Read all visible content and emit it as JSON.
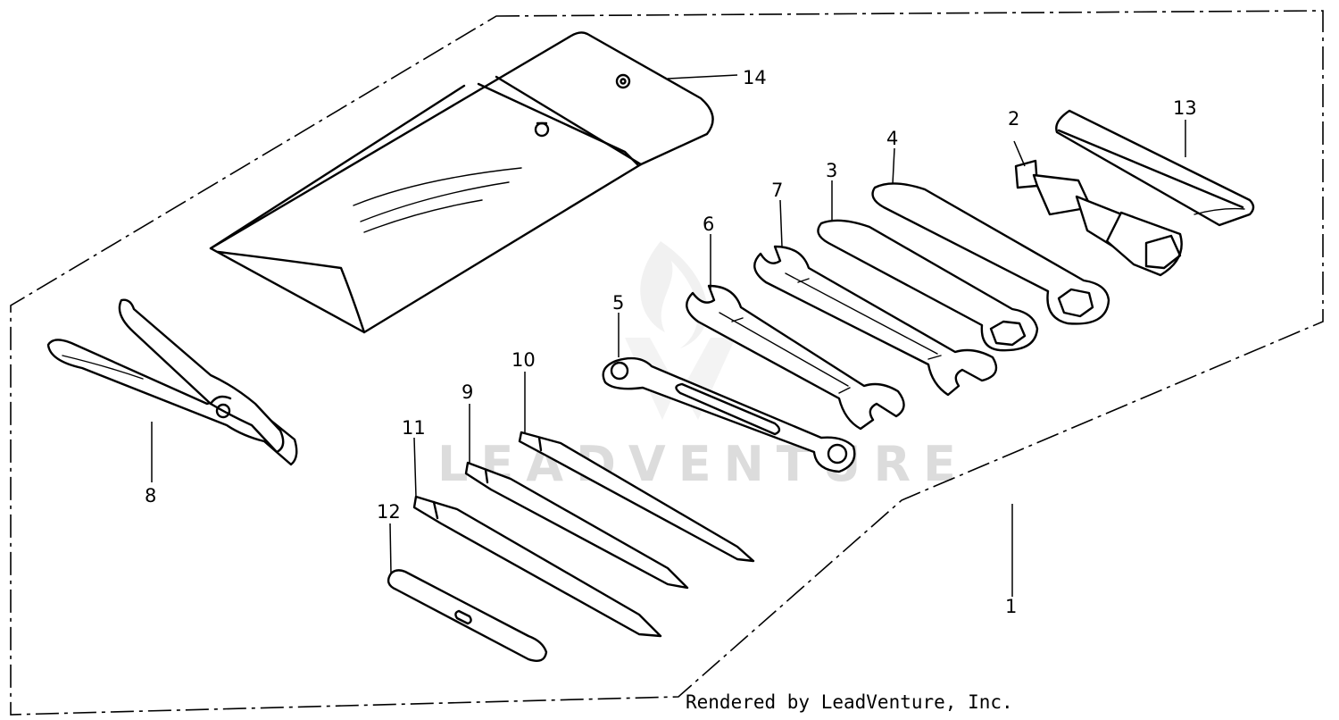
{
  "callouts": [
    "1",
    "2",
    "3",
    "4",
    "5",
    "6",
    "7",
    "8",
    "9",
    "10",
    "11",
    "12",
    "13",
    "14"
  ],
  "watermark": "LEADVENTURE",
  "credit": "Rendered by LeadVenture, Inc."
}
